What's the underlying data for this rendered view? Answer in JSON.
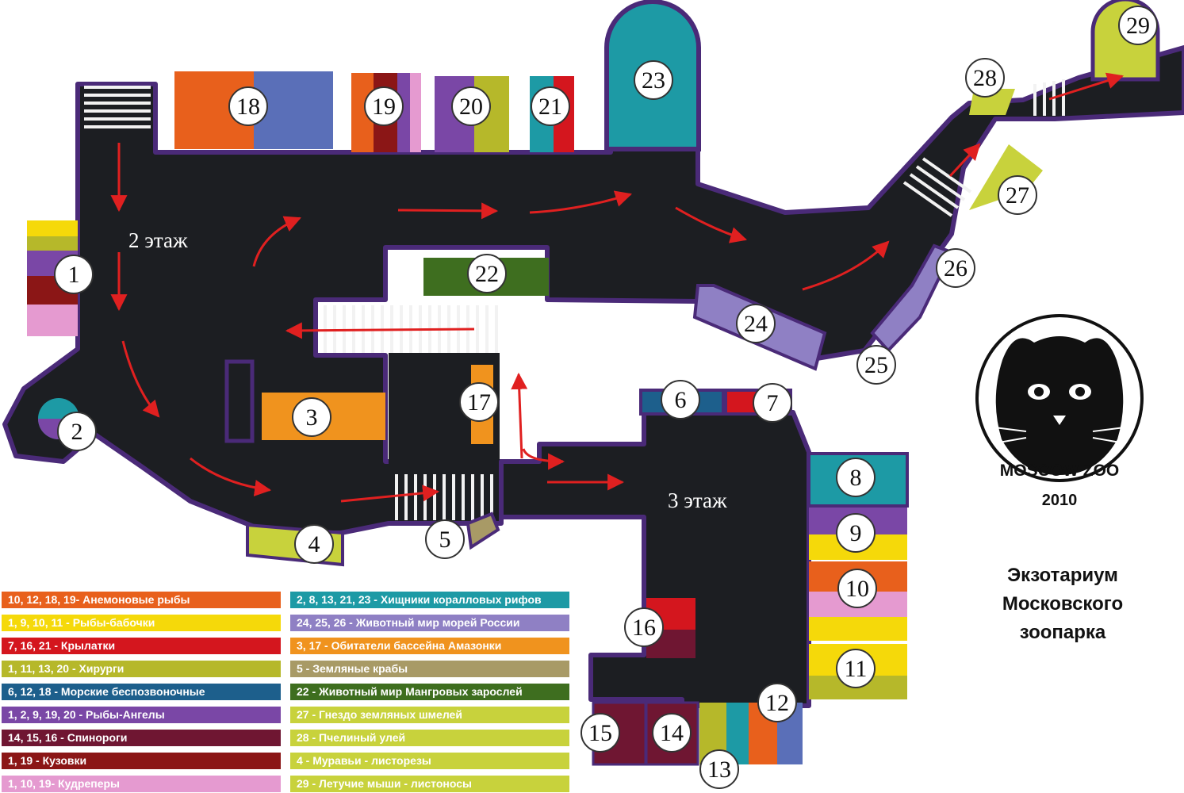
{
  "floor_labels": {
    "floor2": "2 этаж",
    "floor3": "3 этаж"
  },
  "exhibits": [
    "1",
    "2",
    "3",
    "4",
    "5",
    "6",
    "7",
    "8",
    "9",
    "10",
    "11",
    "12",
    "13",
    "14",
    "15",
    "16",
    "17",
    "18",
    "19",
    "20",
    "21",
    "22",
    "23",
    "24",
    "25",
    "26",
    "27",
    "28",
    "29"
  ],
  "legend_left": [
    {
      "text": "10, 12, 18, 19- Анемоновые рыбы",
      "color": "#e8601c"
    },
    {
      "text": "1, 9, 10, 11 - Рыбы-бабочки",
      "color": "#f5d90a"
    },
    {
      "text": "7, 16, 21 - Крылатки",
      "color": "#d4161e"
    },
    {
      "text": "1, 11, 13, 20 - Хирурги",
      "color": "#b6b82a"
    },
    {
      "text": "6, 12, 18 - Морские беспозвоночные",
      "color": "#1d5f8c"
    },
    {
      "text": "1, 2, 9, 19, 20 - Рыбы-Ангелы",
      "color": "#7a47a6"
    },
    {
      "text": "14, 15, 16 - Спинороги",
      "color": "#6f1632"
    },
    {
      "text": "1, 19 - Кузовки",
      "color": "#8b1616"
    },
    {
      "text": "1, 10, 19- Кудреперы",
      "color": "#e59ad0"
    }
  ],
  "legend_right": [
    {
      "text": "2, 8, 13, 21, 23 - Хищники коралловых рифов",
      "color": "#1d9aa5"
    },
    {
      "text": "24, 25, 26 - Животный мир морей России",
      "color": "#8f80c4"
    },
    {
      "text": "3, 17 - Обитатели бассейна Амазонки",
      "color": "#f0931e"
    },
    {
      "text": "5 - Земляные крабы",
      "color": "#a89a66"
    },
    {
      "text": "22 - Животный мир Мангровых зарослей",
      "color": "#3e6e1f"
    },
    {
      "text": "27 - Гнездо земляных шмелей",
      "color": "#c8d23c"
    },
    {
      "text": "28 - Пчелиный улей",
      "color": "#c8d23c"
    },
    {
      "text": "4 - Муравьи - листорезы",
      "color": "#c8d23c"
    },
    {
      "text": "29 - Летучие мыши - листоносы",
      "color": "#c8d23c"
    }
  ],
  "logo": {
    "name": "MOSCOW ZOO",
    "year": "2010"
  },
  "title": [
    "Экзотариум",
    "Московского",
    "зоопарка"
  ]
}
